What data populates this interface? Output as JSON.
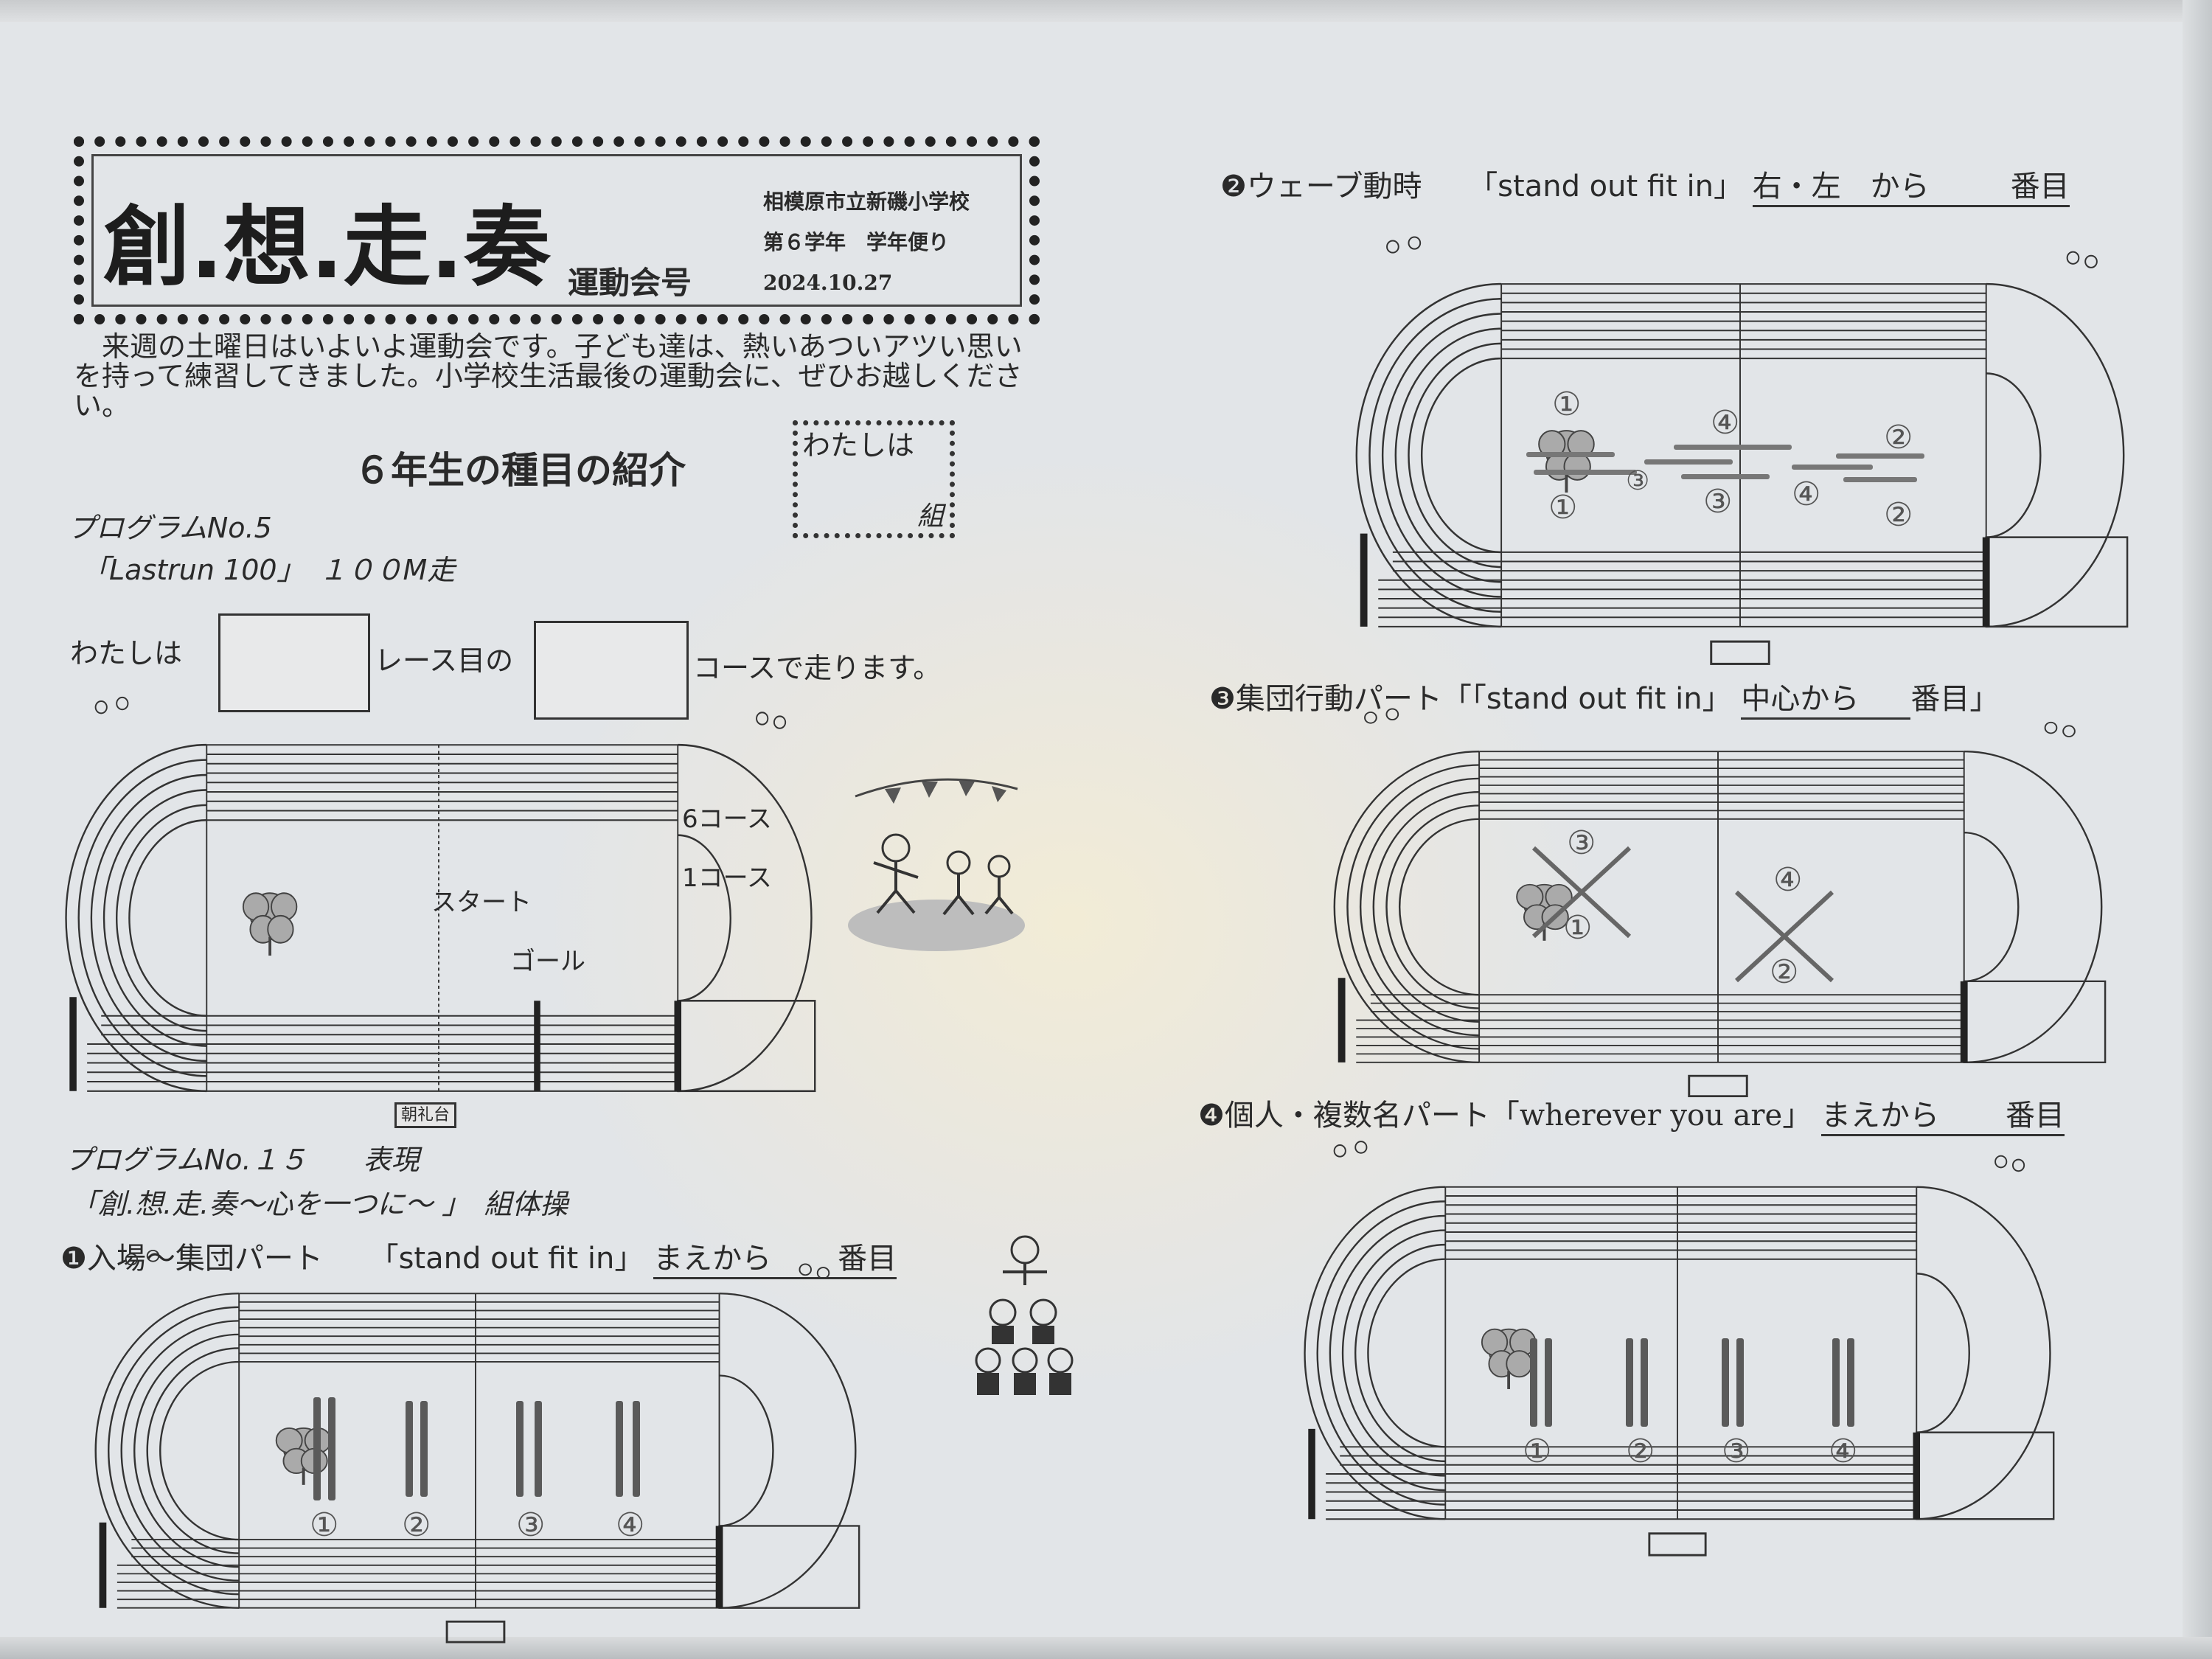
{
  "header": {
    "title": "創.想.走.奏",
    "subtitle": "運動会号",
    "school": "相模原市立新磯小学校",
    "grade_newsletter": "第６学年　学年便り",
    "date": "2024.10.27"
  },
  "intro": "　来週の土曜日はいよいよ運動会です。子ども達は、熱いあついアツい思いを持って練習してきました。小学校生活最後の運動会に、ぜひお越しください。",
  "section_title": "６年生の種目の紹介",
  "class_box": {
    "label": "わたしは",
    "suffix": "組"
  },
  "program5": {
    "number": "プログラムNo.5",
    "name": "「Lastrun 100」　１００M走",
    "sentence": {
      "prefix": "わたしは",
      "middle": "レース目の",
      "suffix": "コースで走ります。"
    },
    "track_labels": {
      "lane6": "6コース",
      "lane1": "1コース",
      "start": "スタート",
      "goal": "ゴール",
      "podium": "朝礼台"
    }
  },
  "program15": {
    "number": "プログラムNo.１５　　表現",
    "name": "「創.想.走.奏〜心を一つに〜 」　組体操",
    "parts": [
      {
        "num": "❶",
        "title": "入場〜集団パート",
        "song": "「stand out fit in」",
        "answer": "まえから",
        "suffix": "番目",
        "marks": [
          "①",
          "②",
          "③",
          "④"
        ]
      },
      {
        "num": "❷",
        "title": "ウェーブ動時",
        "song": "「stand out fit in」",
        "answer": "右・左　から",
        "suffix": "番目",
        "marks_top": [
          "①",
          "④",
          "②"
        ],
        "marks_bottom": [
          "①",
          "③",
          "③",
          "④",
          "②"
        ]
      },
      {
        "num": "❸",
        "title": "集団行動パート「",
        "song": "「stand out fit in」",
        "answer": "中心から",
        "suffix": "番目」",
        "marks": [
          "③",
          "①",
          "④",
          "②"
        ]
      },
      {
        "num": "❹",
        "title": "個人・複数名パート",
        "song": "「wherever you are」",
        "answer": "まえから",
        "suffix": "番目",
        "marks": [
          "①",
          "②",
          "③",
          "④"
        ]
      }
    ]
  },
  "colors": {
    "paper": "#e2e5e8",
    "ink": "#2a2a2a",
    "pencil": "#666666"
  }
}
